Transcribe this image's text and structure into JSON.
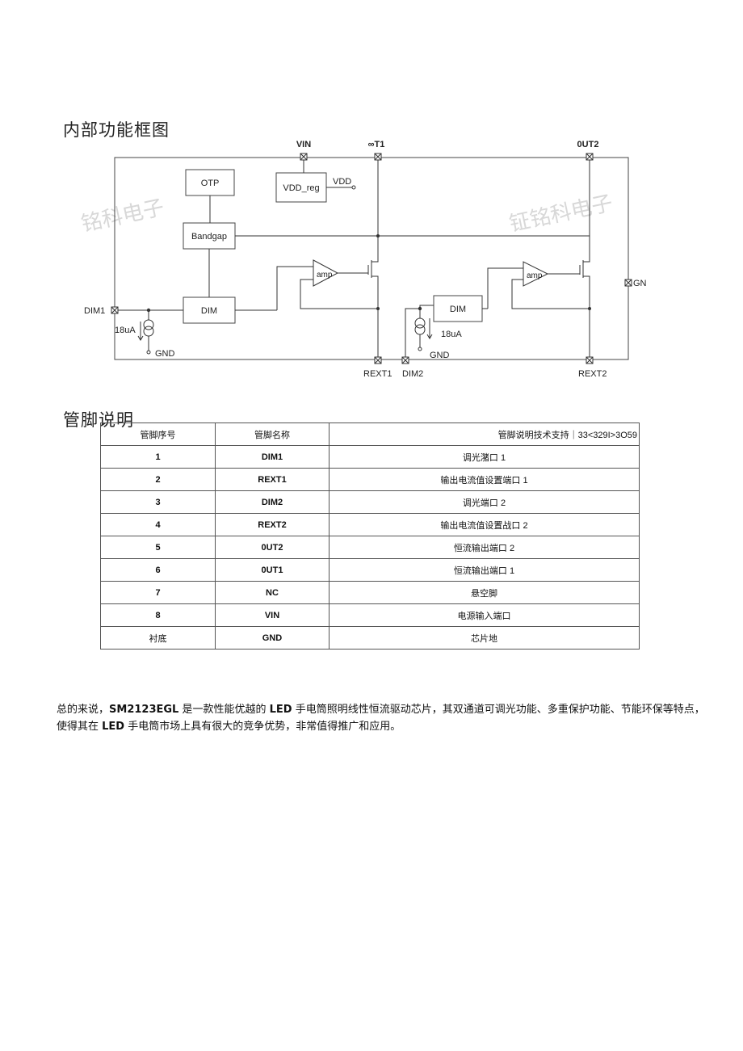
{
  "headings": {
    "block_diagram": "内部功能框图",
    "pin_description": "管脚说明"
  },
  "diagram": {
    "pins": {
      "vin": "VIN",
      "out1": "∞T1",
      "out2": "0UT2",
      "gnd": "GND",
      "dim1": "DIM1",
      "rext1": "REXT1",
      "dim2": "DIM2",
      "rext2": "REXT2"
    },
    "blocks": {
      "otp": "OTP",
      "bandgap": "Bandgap",
      "dim_a": "DIM",
      "dim_b": "DIM",
      "vdd_reg": "VDD_reg",
      "amp_a": "amp",
      "amp_b": "amp"
    },
    "nodes": {
      "vdd": "VDD",
      "current_a": "18uA",
      "current_b": "18uA",
      "gnd_a": "GND",
      "gnd_b": "GND"
    },
    "watermarks": [
      "铭科电子",
      "钲铭科电子"
    ]
  },
  "pin_table": {
    "headers": [
      "管脚序号",
      "管脚名称",
      "管脚说明技术支持｜33<329I>3O59"
    ],
    "rows": [
      [
        "1",
        "DIM1",
        "调光潴口 1"
      ],
      [
        "2",
        "REXT1",
        "输出电流值设置端口 1"
      ],
      [
        "3",
        "DIM2",
        "调光端口 2"
      ],
      [
        "4",
        "REXT2",
        "输出电流值设置战口 2"
      ],
      [
        "5",
        "0UT2",
        "恒流输出端口 2"
      ],
      [
        "6",
        "0UT1",
        "恒流输出端口 1"
      ],
      [
        "7",
        "NC",
        "悬空脚"
      ],
      [
        "8",
        "VIN",
        "电源输入端口"
      ],
      [
        "衬底",
        "GND",
        "芯片地"
      ]
    ]
  },
  "summary": {
    "p1": "总的来说，",
    "model": "SM2123EGL",
    "p2": " 是一款性能优越的 ",
    "led1": "LED",
    "p3": " 手电筒照明线性恒流驱动芯片，其双通道可调光功能、多重保护功能、节能环保等特点，使得其在 ",
    "led2": "LED",
    "p4": " 手电筒市场上具有很大的竞争优势，非常值得推广和应用。"
  }
}
